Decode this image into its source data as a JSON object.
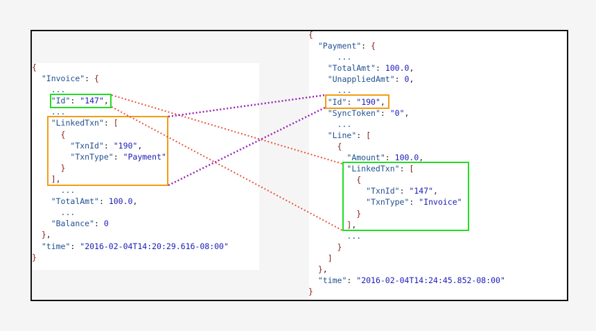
{
  "left": {
    "lines": [
      [
        [
          "p",
          "{"
        ]
      ],
      [
        [
          "t",
          "  "
        ],
        [
          "k",
          "\"Invoice\""
        ],
        [
          "t",
          ": "
        ],
        [
          "p",
          "{"
        ]
      ],
      [
        [
          "e",
          "    ..."
        ]
      ],
      [
        [
          "t",
          "    "
        ],
        [
          "k",
          "\"Id\""
        ],
        [
          "t",
          ": "
        ],
        [
          "s",
          "\"147\""
        ],
        [
          "t",
          ","
        ]
      ],
      [
        [
          "e",
          "    ..."
        ]
      ],
      [
        [
          "t",
          "    "
        ],
        [
          "k",
          "\"LinkedTxn\""
        ],
        [
          "t",
          ": "
        ],
        [
          "p",
          "["
        ]
      ],
      [
        [
          "t",
          "      "
        ],
        [
          "p",
          "{"
        ]
      ],
      [
        [
          "t",
          "        "
        ],
        [
          "k",
          "\"TxnId\""
        ],
        [
          "t",
          ": "
        ],
        [
          "s",
          "\"190\""
        ],
        [
          "t",
          ","
        ]
      ],
      [
        [
          "t",
          "        "
        ],
        [
          "k",
          "\"TxnType\""
        ],
        [
          "t",
          ": "
        ],
        [
          "s",
          "\"Payment\""
        ]
      ],
      [
        [
          "t",
          "      "
        ],
        [
          "p",
          "}"
        ]
      ],
      [
        [
          "t",
          "    "
        ],
        [
          "p",
          "]"
        ],
        [
          "t",
          ","
        ]
      ],
      [
        [
          "e",
          "      ..."
        ]
      ],
      [
        [
          "t",
          "    "
        ],
        [
          "k",
          "\"TotalAmt\""
        ],
        [
          "t",
          ": "
        ],
        [
          "n",
          "100.0"
        ],
        [
          "t",
          ","
        ]
      ],
      [
        [
          "e",
          "      ..."
        ]
      ],
      [
        [
          "t",
          "    "
        ],
        [
          "k",
          "\"Balance\""
        ],
        [
          "t",
          ": "
        ],
        [
          "n",
          "0"
        ]
      ],
      [
        [
          "t",
          "  "
        ],
        [
          "p",
          "}"
        ],
        [
          "t",
          ","
        ]
      ],
      [
        [
          "t",
          "  "
        ],
        [
          "k",
          "\"time\""
        ],
        [
          "t",
          ": "
        ],
        [
          "s",
          "\"2016-02-04T14:20:29.616-08:00\""
        ]
      ],
      [
        [
          "p",
          "}"
        ]
      ]
    ]
  },
  "right": {
    "lines": [
      [
        [
          "p",
          "{"
        ]
      ],
      [
        [
          "t",
          "  "
        ],
        [
          "k",
          "\"Payment\""
        ],
        [
          "t",
          ": "
        ],
        [
          "p",
          "{"
        ]
      ],
      [
        [
          "e",
          "      ..."
        ]
      ],
      [
        [
          "t",
          "    "
        ],
        [
          "k",
          "\"TotalAmt\""
        ],
        [
          "t",
          ": "
        ],
        [
          "n",
          "100.0"
        ],
        [
          "t",
          ","
        ]
      ],
      [
        [
          "t",
          "    "
        ],
        [
          "k",
          "\"UnappliedAmt\""
        ],
        [
          "t",
          ": "
        ],
        [
          "n",
          "0"
        ],
        [
          "t",
          ","
        ]
      ],
      [
        [
          "e",
          "      ..."
        ]
      ],
      [
        [
          "t",
          "    "
        ],
        [
          "k",
          "\"Id\""
        ],
        [
          "t",
          ": "
        ],
        [
          "s",
          "\"190\""
        ],
        [
          "t",
          ","
        ]
      ],
      [
        [
          "t",
          "    "
        ],
        [
          "k",
          "\"SyncToken\""
        ],
        [
          "t",
          ": "
        ],
        [
          "s",
          "\"0\""
        ],
        [
          "t",
          ","
        ]
      ],
      [
        [
          "e",
          "      ..."
        ]
      ],
      [
        [
          "t",
          "    "
        ],
        [
          "k",
          "\"Line\""
        ],
        [
          "t",
          ": "
        ],
        [
          "p",
          "["
        ]
      ],
      [
        [
          "t",
          "      "
        ],
        [
          "p",
          "{"
        ]
      ],
      [
        [
          "t",
          "        "
        ],
        [
          "k",
          "\"Amount\""
        ],
        [
          "t",
          ": "
        ],
        [
          "n",
          "100.0"
        ],
        [
          "t",
          ","
        ]
      ],
      [
        [
          "t",
          "        "
        ],
        [
          "k",
          "\"LinkedTxn\""
        ],
        [
          "t",
          ": "
        ],
        [
          "p",
          "["
        ]
      ],
      [
        [
          "t",
          "          "
        ],
        [
          "p",
          "{"
        ]
      ],
      [
        [
          "t",
          "            "
        ],
        [
          "k",
          "\"TxnId\""
        ],
        [
          "t",
          ": "
        ],
        [
          "s",
          "\"147\""
        ],
        [
          "t",
          ","
        ]
      ],
      [
        [
          "t",
          "            "
        ],
        [
          "k",
          "\"TxnType\""
        ],
        [
          "t",
          ": "
        ],
        [
          "s",
          "\"Invoice\""
        ]
      ],
      [
        [
          "t",
          "          "
        ],
        [
          "p",
          "}"
        ]
      ],
      [
        [
          "t",
          "        "
        ],
        [
          "p",
          "]"
        ],
        [
          "t",
          ","
        ]
      ],
      [
        [
          "e",
          "        ..."
        ]
      ],
      [
        [
          "t",
          "      "
        ],
        [
          "p",
          "}"
        ]
      ],
      [
        [
          "t",
          "    "
        ],
        [
          "p",
          "]"
        ]
      ],
      [
        [
          "t",
          "  "
        ],
        [
          "p",
          "}"
        ],
        [
          "t",
          ","
        ]
      ],
      [
        [
          "t",
          "  "
        ],
        [
          "k",
          "\"time\""
        ],
        [
          "t",
          ": "
        ],
        [
          "s",
          "\"2016-02-04T14:24:45.852-08:00\""
        ]
      ],
      [
        [
          "p",
          "}"
        ]
      ]
    ]
  },
  "colors": {
    "key": "#1f4f8f",
    "string": "#1a1ab8",
    "bracket": "#8b1a1a",
    "highlight_id_match": "#22dd22",
    "highlight_linked": "#f39c12",
    "connector_invoice_to_payment": "#e8533a",
    "connector_payment_to_invoice": "#9b1fb8"
  }
}
